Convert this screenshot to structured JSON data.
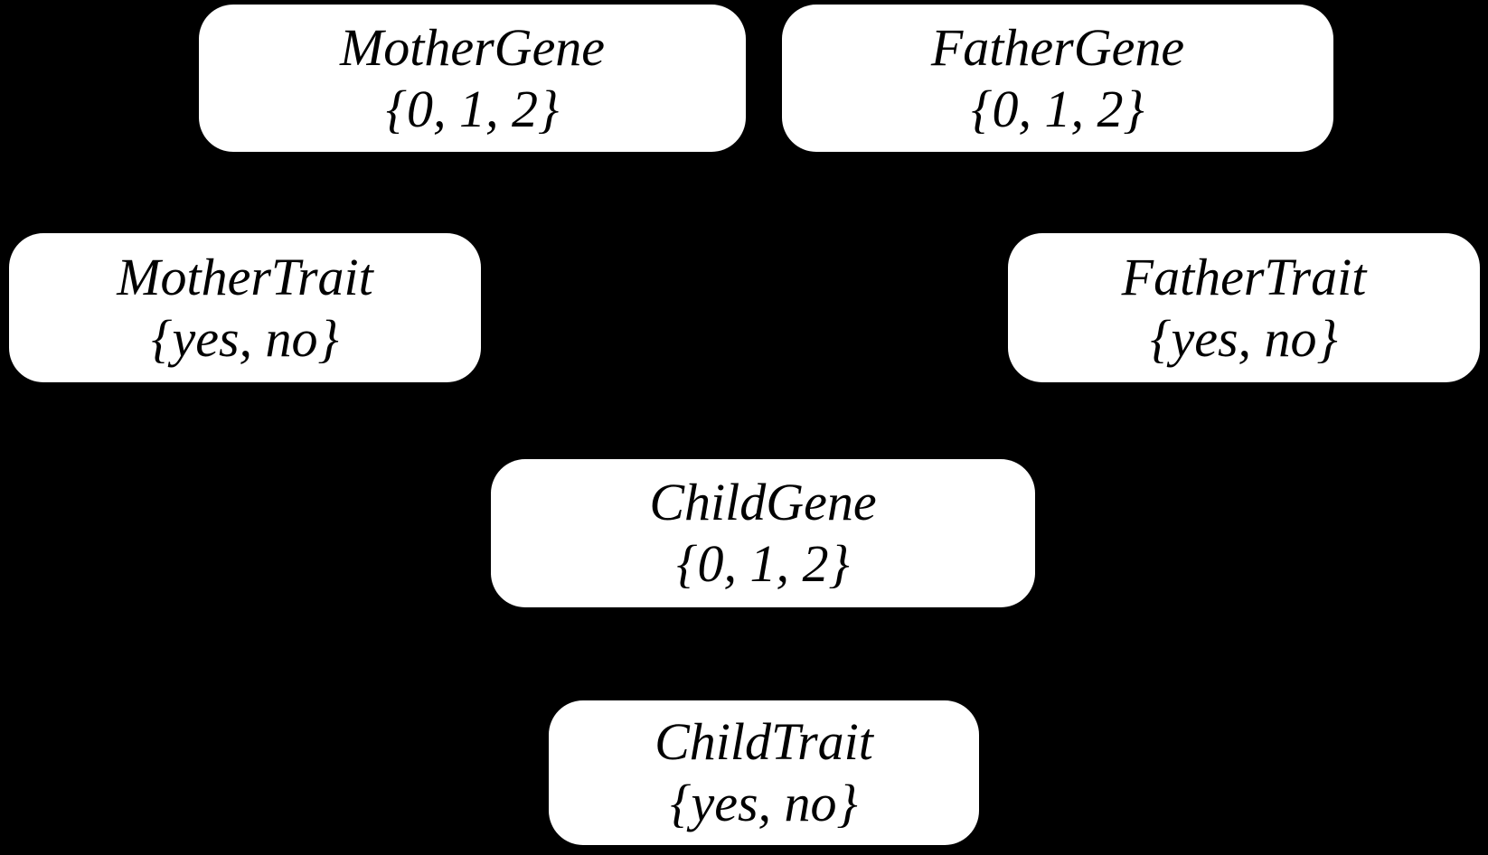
{
  "diagram": {
    "kind": "bayesian-network-nodes",
    "background_color": "#000000",
    "node_fill_color": "#ffffff",
    "node_text_color": "#000000"
  },
  "nodes": [
    {
      "id": "mother-gene",
      "label": "MotherGene",
      "domain": "{0, 1, 2}"
    },
    {
      "id": "father-gene",
      "label": "FatherGene",
      "domain": "{0, 1, 2}"
    },
    {
      "id": "mother-trait",
      "label": "MotherTrait",
      "domain": "{yes, no}"
    },
    {
      "id": "father-trait",
      "label": "FatherTrait",
      "domain": "{yes, no}"
    },
    {
      "id": "child-gene",
      "label": "ChildGene",
      "domain": "{0, 1, 2}"
    },
    {
      "id": "child-trait",
      "label": "ChildTrait",
      "domain": "{yes, no}"
    }
  ]
}
